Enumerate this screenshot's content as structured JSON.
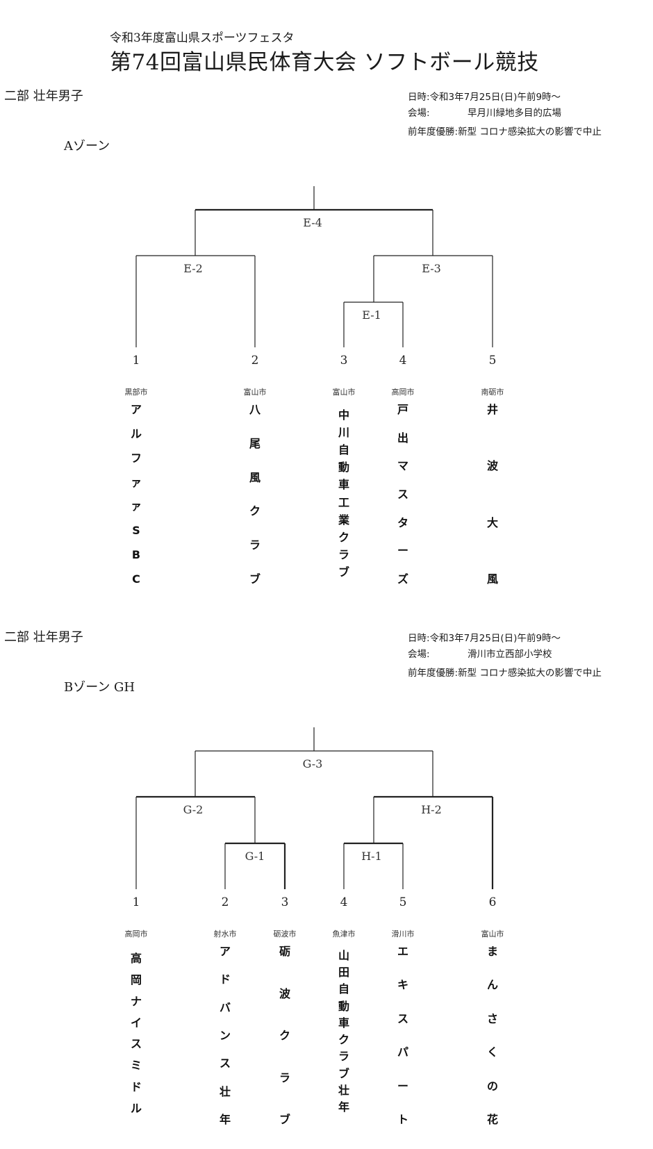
{
  "header": {
    "subtitle": "令和3年度富山県スポーツフェスタ",
    "title": "第74回富山県民体育大会 ソフトボール競技"
  },
  "sections": [
    {
      "division": "二部 壮年男子",
      "zone": "Aゾーン",
      "date_label": "日時:",
      "date_value": "令和3年7月25日(日)午前9時〜",
      "venue_label": "会場:",
      "venue_value": "早月川緑地多目的広場",
      "prev_label": "前年度優勝:",
      "prev_value": "新型 コロナ感染拡大の影響で中止",
      "matches": [
        "E-4",
        "E-2",
        "E-3",
        "E-1"
      ],
      "seeds": [
        "1",
        "2",
        "3",
        "4",
        "5"
      ],
      "teams": [
        {
          "city": "黒部市",
          "name": "アルファァSBC"
        },
        {
          "city": "富山市",
          "name": "八尾風クラブ"
        },
        {
          "city": "富山市",
          "name": "中川自動車工業クラブ"
        },
        {
          "city": "高岡市",
          "name": "戸出マスターズ"
        },
        {
          "city": "南砺市",
          "name": "井波大風"
        }
      ]
    },
    {
      "division": "二部 壮年男子",
      "zone": "Bゾーン GH",
      "date_label": "日時:",
      "date_value": "令和3年7月25日(日)午前9時〜",
      "venue_label": "会場:",
      "venue_value": "滑川市立西部小学校",
      "prev_label": "前年度優勝:",
      "prev_value": "新型 コロナ感染拡大の影響で中止",
      "matches": [
        "G-3",
        "G-2",
        "H-2",
        "G-1",
        "H-1"
      ],
      "seeds": [
        "1",
        "2",
        "3",
        "4",
        "5",
        "6"
      ],
      "teams": [
        {
          "city": "高岡市",
          "name": "高岡ナイスミドル"
        },
        {
          "city": "射水市",
          "name": "アドバンス壮年"
        },
        {
          "city": "砺波市",
          "name": "砺波クラブ"
        },
        {
          "city": "魚津市",
          "name": "山田自動車クラブ壮年"
        },
        {
          "city": "滑川市",
          "name": "エキスパート"
        },
        {
          "city": "富山市",
          "name": "まんさくの花"
        }
      ]
    }
  ]
}
